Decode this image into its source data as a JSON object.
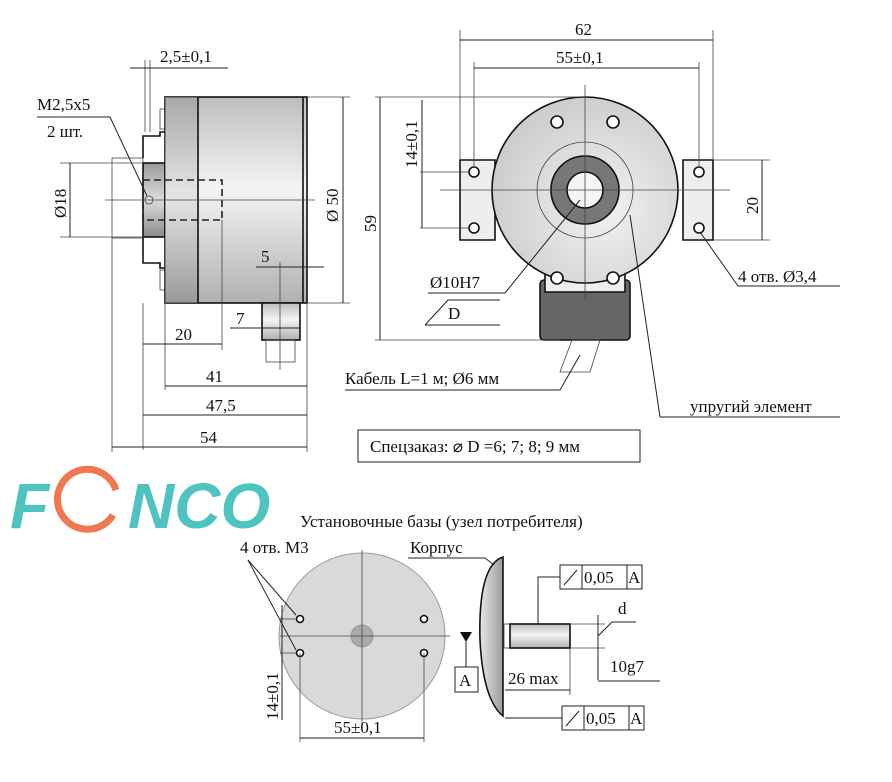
{
  "side_view": {
    "flange_offset": "2,5±0,1",
    "screw_label_1": "M2,5x5",
    "screw_label_2": "2 шт.",
    "shaft_dia": "Ø18",
    "body_dia": "Ø 50",
    "cable_offset": "5",
    "cable_width": "7",
    "dim_20": "20",
    "dim_41": "41",
    "dim_47_5": "47,5",
    "dim_54": "54"
  },
  "front_view": {
    "width_total": "62",
    "hole_spacing": "55±0,1",
    "hole_vertical": "14±0,1",
    "height_total": "59",
    "ear_height": "20",
    "bore": "Ø10H7",
    "bore_option": "D",
    "holes": "4 отв. Ø3,4",
    "cable": "Кабель L=1 м; Ø6 мм",
    "elastic": "упругий элемент",
    "special_order": "Спецзаказ: ⌀ D =6; 7; 8; 9 мм"
  },
  "mounting": {
    "title": "Установочные базы (узел потребителя)",
    "holes": "4 отв. M3",
    "vertical_spacing": "14±0,1",
    "horizontal_spacing": "55±0,1",
    "housing": "Корпус",
    "datum": "A",
    "tol_top_value": "0,05",
    "tol_top_datum": "A",
    "tol_bottom_value": "0,05",
    "tol_bottom_datum": "A",
    "shaft_d": "d",
    "shaft_fit": "10g7",
    "shaft_length": "26 max"
  },
  "watermark": {
    "text_1": "F",
    "text_2": "NCO",
    "teal": "#4fc3c0",
    "orange": "#f07850"
  }
}
